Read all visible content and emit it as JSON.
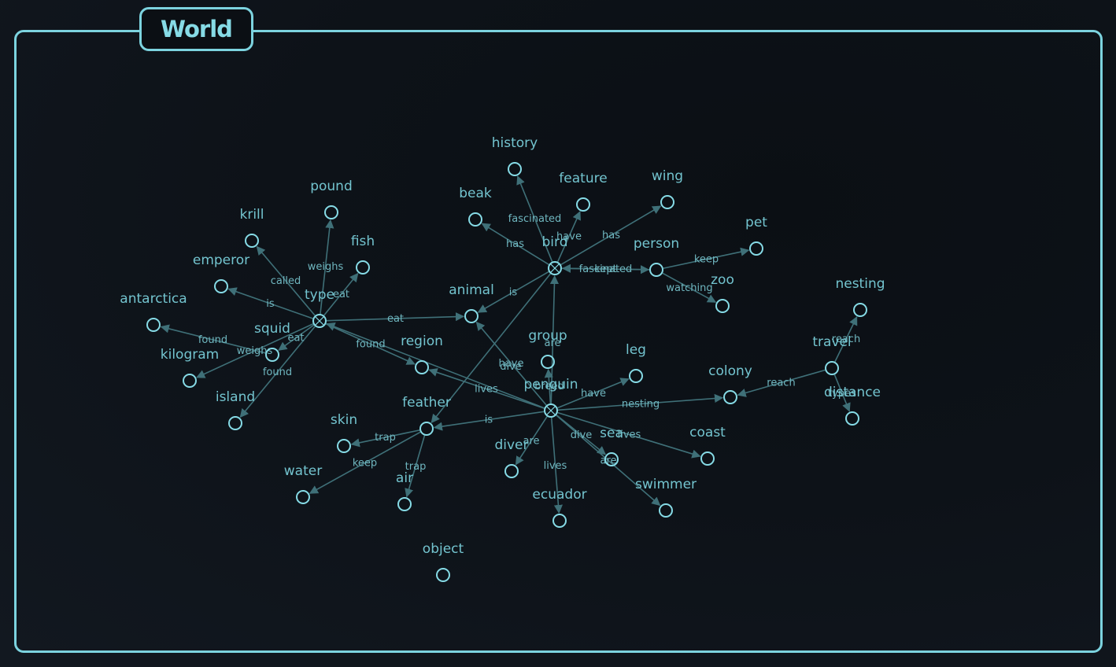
{
  "panel": {
    "title": "World"
  },
  "colors": {
    "accent": "#7cd3df",
    "node": "#86dbe6",
    "edge": "#3f7078",
    "label": "#73c4cf",
    "background": "#0d1218"
  },
  "graph": {
    "nodes": [
      {
        "id": "history",
        "label": "history",
        "hub": false
      },
      {
        "id": "feature",
        "label": "feature",
        "hub": false
      },
      {
        "id": "wing",
        "label": "wing",
        "hub": false
      },
      {
        "id": "beak",
        "label": "beak",
        "hub": false
      },
      {
        "id": "pound",
        "label": "pound",
        "hub": false
      },
      {
        "id": "krill",
        "label": "krill",
        "hub": false
      },
      {
        "id": "fish",
        "label": "fish",
        "hub": false
      },
      {
        "id": "emperor",
        "label": "emperor",
        "hub": false
      },
      {
        "id": "pet",
        "label": "pet",
        "hub": false
      },
      {
        "id": "person",
        "label": "person",
        "hub": false
      },
      {
        "id": "bird",
        "label": "bird",
        "hub": true
      },
      {
        "id": "zoo",
        "label": "zoo",
        "hub": false
      },
      {
        "id": "nesting",
        "label": "nesting",
        "hub": false
      },
      {
        "id": "antarctica",
        "label": "antarctica",
        "hub": false
      },
      {
        "id": "type",
        "label": "type",
        "hub": true
      },
      {
        "id": "animal",
        "label": "animal",
        "hub": false
      },
      {
        "id": "squid",
        "label": "squid",
        "hub": false
      },
      {
        "id": "kilogram",
        "label": "kilogram",
        "hub": false
      },
      {
        "id": "region",
        "label": "region",
        "hub": false
      },
      {
        "id": "group",
        "label": "group",
        "hub": false
      },
      {
        "id": "leg",
        "label": "leg",
        "hub": false
      },
      {
        "id": "travel",
        "label": "travel",
        "hub": false
      },
      {
        "id": "colony",
        "label": "colony",
        "hub": false
      },
      {
        "id": "distance",
        "label": "distance",
        "hub": false
      },
      {
        "id": "island",
        "label": "island",
        "hub": false
      },
      {
        "id": "penguin",
        "label": "penguin",
        "hub": true
      },
      {
        "id": "feather",
        "label": "feather",
        "hub": false
      },
      {
        "id": "skin",
        "label": "skin",
        "hub": false
      },
      {
        "id": "sea",
        "label": "sea",
        "hub": false
      },
      {
        "id": "coast",
        "label": "coast",
        "hub": false
      },
      {
        "id": "diver",
        "label": "diver",
        "hub": false
      },
      {
        "id": "water",
        "label": "water",
        "hub": false
      },
      {
        "id": "air",
        "label": "air",
        "hub": false
      },
      {
        "id": "swimmer",
        "label": "swimmer",
        "hub": false
      },
      {
        "id": "ecuador",
        "label": "ecuador",
        "hub": false
      },
      {
        "id": "object",
        "label": "object",
        "hub": false
      }
    ],
    "edges": [
      {
        "from": "bird",
        "to": "history",
        "label": "fascinated"
      },
      {
        "from": "bird",
        "to": "feature",
        "label": "have"
      },
      {
        "from": "bird",
        "to": "wing",
        "label": "has"
      },
      {
        "from": "bird",
        "to": "beak",
        "label": "has"
      },
      {
        "from": "bird",
        "to": "animal",
        "label": "is"
      },
      {
        "from": "bird",
        "to": "feather",
        "label": ""
      },
      {
        "from": "person",
        "to": "bird",
        "label": "fascinated"
      },
      {
        "from": "bird",
        "to": "person",
        "label": "kept"
      },
      {
        "from": "person",
        "to": "pet",
        "label": "keep"
      },
      {
        "from": "person",
        "to": "zoo",
        "label": "watching"
      },
      {
        "from": "penguin",
        "to": "bird",
        "label": ""
      },
      {
        "from": "type",
        "to": "pound",
        "label": "weighs"
      },
      {
        "from": "type",
        "to": "krill",
        "label": "called"
      },
      {
        "from": "type",
        "to": "fish",
        "label": "eat"
      },
      {
        "from": "type",
        "to": "emperor",
        "label": "is"
      },
      {
        "from": "squid",
        "to": "antarctica",
        "label": "found"
      },
      {
        "from": "type",
        "to": "animal",
        "label": "eat"
      },
      {
        "from": "type",
        "to": "squid",
        "label": "eat"
      },
      {
        "from": "type",
        "to": "kilogram",
        "label": "weighs"
      },
      {
        "from": "type",
        "to": "island",
        "label": "found"
      },
      {
        "from": "type",
        "to": "region",
        "label": "found"
      },
      {
        "from": "penguin",
        "to": "type",
        "label": ""
      },
      {
        "from": "penguin",
        "to": "animal",
        "label": "have"
      },
      {
        "from": "penguin",
        "to": "region",
        "label": "lives"
      },
      {
        "from": "penguin",
        "to": "group",
        "label": "breed"
      },
      {
        "from": "penguin",
        "to": "leg",
        "label": "have"
      },
      {
        "from": "penguin",
        "to": "colony",
        "label": "nesting"
      },
      {
        "from": "penguin",
        "to": "feather",
        "label": "is"
      },
      {
        "from": "penguin",
        "to": "diver",
        "label": "are"
      },
      {
        "from": "penguin",
        "to": "ecuador",
        "label": "lives"
      },
      {
        "from": "penguin",
        "to": "sea",
        "label": "dive"
      },
      {
        "from": "penguin",
        "to": "swimmer",
        "label": "are"
      },
      {
        "from": "penguin",
        "to": "coast",
        "label": "lives"
      },
      {
        "from": "travel",
        "to": "colony",
        "label": "reach"
      },
      {
        "from": "travel",
        "to": "nesting",
        "label": "reach"
      },
      {
        "from": "travel",
        "to": "distance",
        "label": "types"
      },
      {
        "from": "feather",
        "to": "skin",
        "label": "trap"
      },
      {
        "from": "feather",
        "to": "water",
        "label": "keep"
      },
      {
        "from": "feather",
        "to": "air",
        "label": "trap"
      }
    ],
    "extra_labels": [
      {
        "id": "label-dive-animal",
        "text": "dive"
      },
      {
        "id": "label-are-group",
        "text": "are"
      }
    ]
  }
}
